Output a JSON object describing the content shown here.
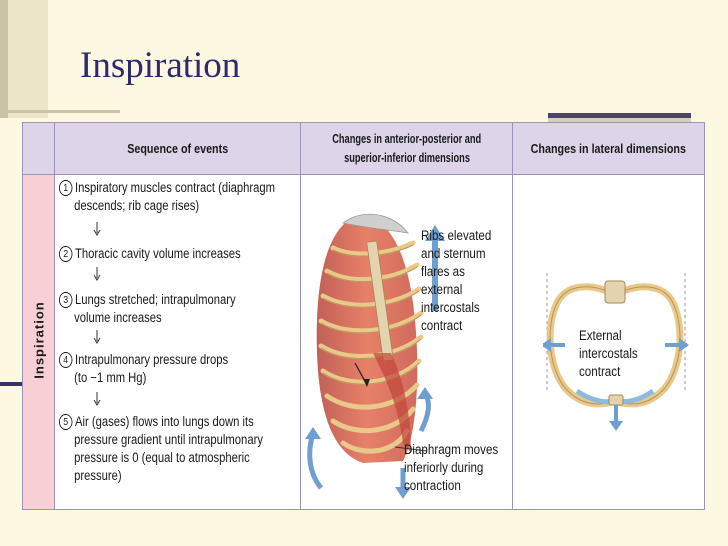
{
  "slide": {
    "title": "Inspiration"
  },
  "table": {
    "headers": {
      "sequence": "Sequence of events",
      "ap_line1": "Changes in anterior-posterior and",
      "ap_line2": "superior-inferior dimensions",
      "lateral": "Changes in lateral dimensions"
    },
    "row_label": "Inspiration",
    "steps": [
      {
        "num": "1",
        "text_lines": [
          "Inspiratory muscles contract (diaphragm",
          "descends; rib cage rises)"
        ]
      },
      {
        "num": "2",
        "text_lines": [
          "Thoracic cavity volume increases"
        ]
      },
      {
        "num": "3",
        "text_lines": [
          "Lungs stretched; intrapulmonary",
          "volume increases"
        ]
      },
      {
        "num": "4",
        "text_lines": [
          "Intrapulmonary pressure drops",
          "(to −1 mm Hg)"
        ]
      },
      {
        "num": "5",
        "text_lines": [
          "Air (gases) flows into lungs down its",
          "pressure gradient until intrapulmonary",
          "pressure is 0 (equal to atmospheric",
          "pressure)"
        ]
      }
    ],
    "ap_labels": {
      "ribs": [
        "Ribs elevated",
        "and sternum",
        "flares as",
        "external",
        "intercostals",
        "contract"
      ],
      "diaphragm": [
        "Diaphragm moves",
        "inferiorly during",
        "contraction"
      ]
    },
    "lateral_labels": [
      "External",
      "intercostals",
      "contract"
    ]
  },
  "colors": {
    "title": "#2f2a6e",
    "header_bg": "#ddd4ea",
    "side_bg": "#f7cfd4",
    "muscle": "#d9553e",
    "rib": "#e8c98a",
    "arrow": "#6f9fd0"
  }
}
